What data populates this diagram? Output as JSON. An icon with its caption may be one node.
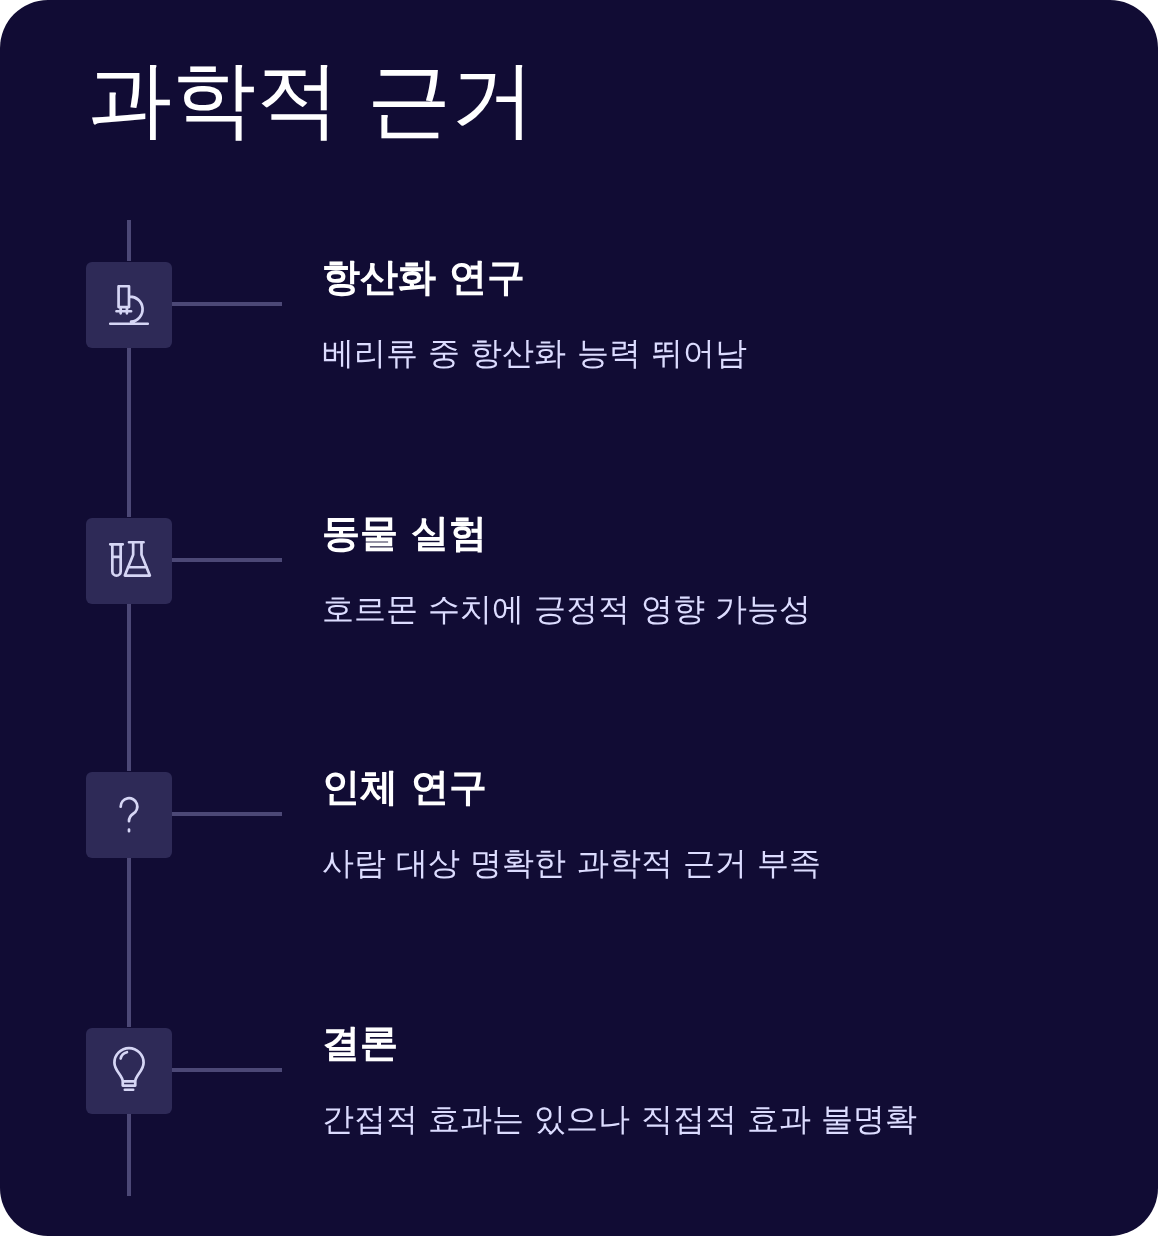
{
  "diagram": {
    "title": "과학적 근거",
    "nodes": [
      {
        "text": [],
        "shape": "picture"
      },
      {
        "text": [
          "항산화 연구",
          "베리류 중 항산화 능력 뛰어남"
        ]
      },
      {
        "text": [],
        "shape": "picture"
      },
      {
        "text": [
          "동물 실험",
          "호르몬 수치에 긍정적 영향 가능성"
        ]
      },
      {
        "text": [],
        "shape": "picture"
      },
      {
        "text": [
          "인체 연구",
          "사람 대상 명확한 과학적 근거 부족"
        ]
      },
      {
        "text": [],
        "shape": "picture"
      },
      {
        "text": [
          "결론",
          "간접적 효과는 있으나 직접적 효과 불명확"
        ]
      }
    ],
    "edges": [
      {
        "from": null,
        "to": 0,
        "arrow": "none"
      },
      {
        "from": 0,
        "to": 2,
        "arrow": "none"
      },
      {
        "from": 2,
        "to": 4,
        "arrow": "none"
      },
      {
        "from": 4,
        "to": 6,
        "arrow": "none"
      },
      {
        "from": 6,
        "to": null,
        "arrow": "none"
      },
      {
        "from": 0,
        "to": 1,
        "arrow": "none"
      },
      {
        "from": 2,
        "to": 3,
        "arrow": "none"
      },
      {
        "from": 4,
        "to": 5,
        "arrow": "none"
      },
      {
        "from": 6,
        "to": 7,
        "arrow": "none"
      }
    ]
  }
}
